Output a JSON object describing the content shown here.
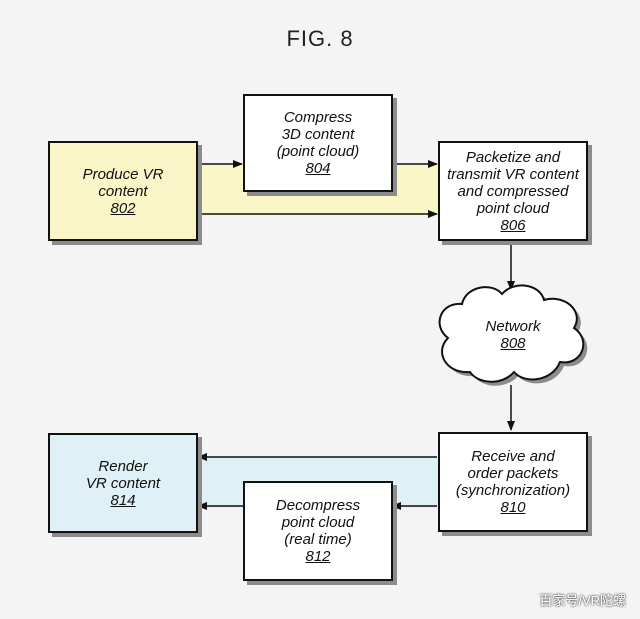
{
  "figure": {
    "title": "FIG. 8"
  },
  "nodes": {
    "produce": {
      "lines": [
        "Produce VR",
        "content"
      ],
      "ref": "802"
    },
    "compress": {
      "lines": [
        "Compress",
        "3D content",
        "(point cloud)"
      ],
      "ref": "804"
    },
    "packetize": {
      "lines": [
        "Packetize and",
        "transmit VR content",
        "and compressed",
        "point cloud"
      ],
      "ref": "806"
    },
    "network": {
      "lines": [
        "Network"
      ],
      "ref": "808"
    },
    "receive": {
      "lines": [
        "Receive and",
        "order packets",
        "(synchronization)"
      ],
      "ref": "810"
    },
    "decompress": {
      "lines": [
        "Decompress",
        "point cloud",
        "(real time)"
      ],
      "ref": "812"
    },
    "render": {
      "lines": [
        "Render",
        "VR content"
      ],
      "ref": "814"
    }
  },
  "colors": {
    "yellow_fill": "#fbf6c7",
    "blue_fill": "#dff0f6",
    "box_border": "#111111",
    "shadow": "#8c8c8c"
  },
  "watermark": "百家号/VR陀螺"
}
